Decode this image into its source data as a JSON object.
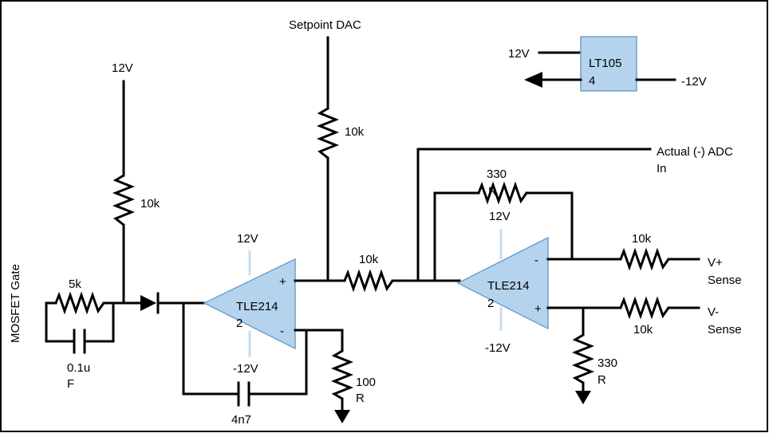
{
  "labels": {
    "setpoint_dac": "Setpoint DAC",
    "mosfet_gate": "MOSFET Gate",
    "supply_12v_top_left": "12V",
    "r_pullup": "10k",
    "r_gate_series": "5k",
    "c_gate_value": "0.1u",
    "c_gate_unit": "F",
    "r_setpoint": "10k",
    "opamp1_vpos": "12V",
    "opamp1_vneg": "-12V",
    "opamp1_name_line1": "TLE214",
    "opamp1_name_line2": "2",
    "opamp1_plus": "+",
    "opamp1_minus": "-",
    "c_feedback": "4n7",
    "r_sense1_line1": "100",
    "r_sense1_line2": "R",
    "r_mid": "10k",
    "adc_line1": "Actual (-) ADC",
    "adc_line2": "In",
    "r_fb2_line1": "330",
    "r_fb2_line2": "R",
    "opamp2_vpos": "12V",
    "opamp2_vneg": "-12V",
    "opamp2_name_line1": "TLE214",
    "opamp2_name_line2": "2",
    "opamp2_minus": "-",
    "opamp2_plus": "+",
    "r_vplus": "10k",
    "vplus_line1": "V+",
    "vplus_line2": "Sense",
    "r_vminus": "10k",
    "vminus_line1": "V-",
    "vminus_line2": "Sense",
    "r_gnd2_line1": "330",
    "r_gnd2_line2": "R",
    "reg_in": "12V",
    "reg_name_line1": "LT105",
    "reg_name_line2": "4",
    "reg_out": "-12V"
  },
  "colors": {
    "component_fill": "#b5d3ec",
    "component_stroke": "#6fa0cc",
    "wire": "#000000",
    "border": "#000000"
  }
}
